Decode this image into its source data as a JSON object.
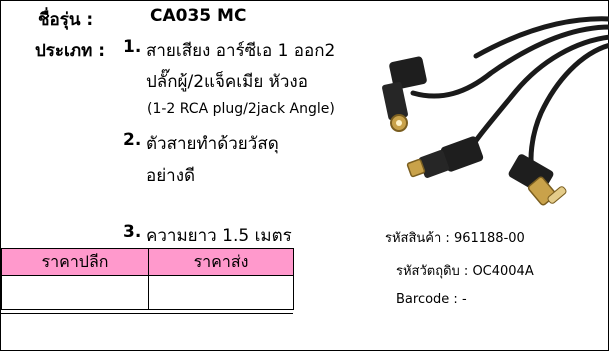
{
  "product": {
    "model_label": "ชื่อรุ่น :",
    "model_value": "CA035 MC",
    "type_label": "ประเภท :",
    "features": [
      {
        "num": "1.",
        "lines": [
          "สายเสียง อาร์ซีเอ 1 ออก2",
          "ปลั๊กผู้/2แจ็คเมีย หัวงอ"
        ],
        "note": "(1-2 RCA plug/2jack Angle)"
      },
      {
        "num": "2.",
        "lines": [
          "ตัวสายทำด้วยวัสดุ",
          "อย่างดี"
        ]
      },
      {
        "num": "3.",
        "lines": [
          "ความยาว 1.5 เมตร"
        ]
      }
    ]
  },
  "codes": {
    "product_code": "รหัสสินค้า : 961188-00",
    "material_code": "รหัสวัตถุดิบ : OC4004A",
    "barcode": "Barcode : -"
  },
  "price_table": {
    "headers": [
      "ราคาปลีก",
      "ราคาส่ง"
    ],
    "header_color": "#ff99cc",
    "rows": [
      [
        "",
        ""
      ]
    ]
  },
  "image": {
    "icon": "rca-cable-icon",
    "cable_color": "#1a1a1a",
    "connector_color": "#c9a24a"
  }
}
